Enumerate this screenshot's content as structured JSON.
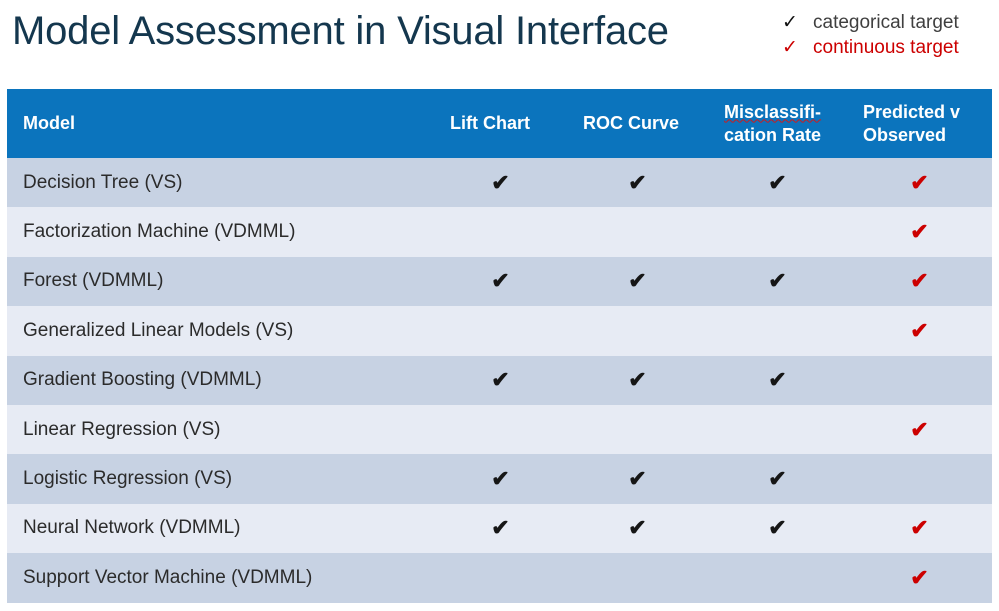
{
  "title": "Model Assessment in Visual Interface",
  "colors": {
    "title": "#14374e",
    "header_blue": "#0b74bd",
    "row_odd": "#c7d2e3",
    "row_even": "#e7ebf4",
    "check_black": "#161616",
    "check_red": "#cc0000",
    "spellcheck_underline": "#d11a1a"
  },
  "legend": {
    "items": [
      {
        "mark": "✓",
        "label": "categorical target",
        "color": "black"
      },
      {
        "mark": "✓",
        "label": "continuous target",
        "color": "red"
      }
    ]
  },
  "table": {
    "headers": [
      {
        "label": "Model"
      },
      {
        "label": "Lift Chart"
      },
      {
        "label": "ROC Curve"
      },
      {
        "label_part1": "Misclassifi-",
        "label_part2": "cation Rate",
        "misspelled": true
      },
      {
        "label_part1": "Predicted v",
        "label_part2": "Observed"
      }
    ],
    "rows": [
      {
        "model": "Decision Tree (VS)",
        "lift": "black",
        "roc": "black",
        "misclass": "black",
        "predobs": "red"
      },
      {
        "model": "Factorization Machine (VDMML)",
        "lift": "none",
        "roc": "none",
        "misclass": "none",
        "predobs": "red"
      },
      {
        "model": "Forest (VDMML)",
        "lift": "black",
        "roc": "black",
        "misclass": "black",
        "predobs": "red"
      },
      {
        "model": "Generalized Linear Models (VS)",
        "lift": "none",
        "roc": "none",
        "misclass": "none",
        "predobs": "red"
      },
      {
        "model": "Gradient Boosting (VDMML)",
        "lift": "black",
        "roc": "black",
        "misclass": "black",
        "predobs": "none"
      },
      {
        "model": "Linear Regression (VS)",
        "lift": "none",
        "roc": "none",
        "misclass": "none",
        "predobs": "red"
      },
      {
        "model": "Logistic Regression (VS)",
        "lift": "black",
        "roc": "black",
        "misclass": "black",
        "predobs": "none"
      },
      {
        "model": "Neural Network (VDMML)",
        "lift": "black",
        "roc": "black",
        "misclass": "black",
        "predobs": "red"
      },
      {
        "model": "Support Vector Machine (VDMML)",
        "lift": "none",
        "roc": "none",
        "misclass": "none",
        "predobs": "red"
      }
    ],
    "check_glyph": "✔"
  }
}
